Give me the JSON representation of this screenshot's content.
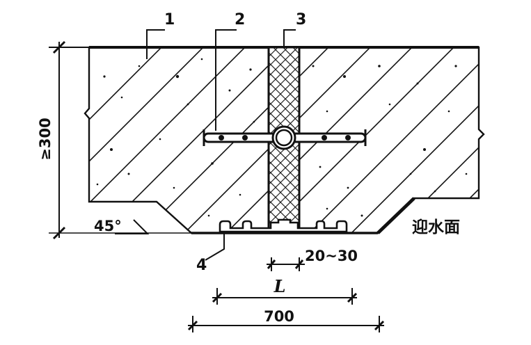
{
  "callouts": [
    "1",
    "2",
    "3",
    "4"
  ],
  "dimensions": {
    "thickness": "≥300",
    "gap": "20~30",
    "strip_width": "L",
    "total_width": "700",
    "angle": "45°"
  },
  "labels": {
    "water_face": "迎水面"
  }
}
